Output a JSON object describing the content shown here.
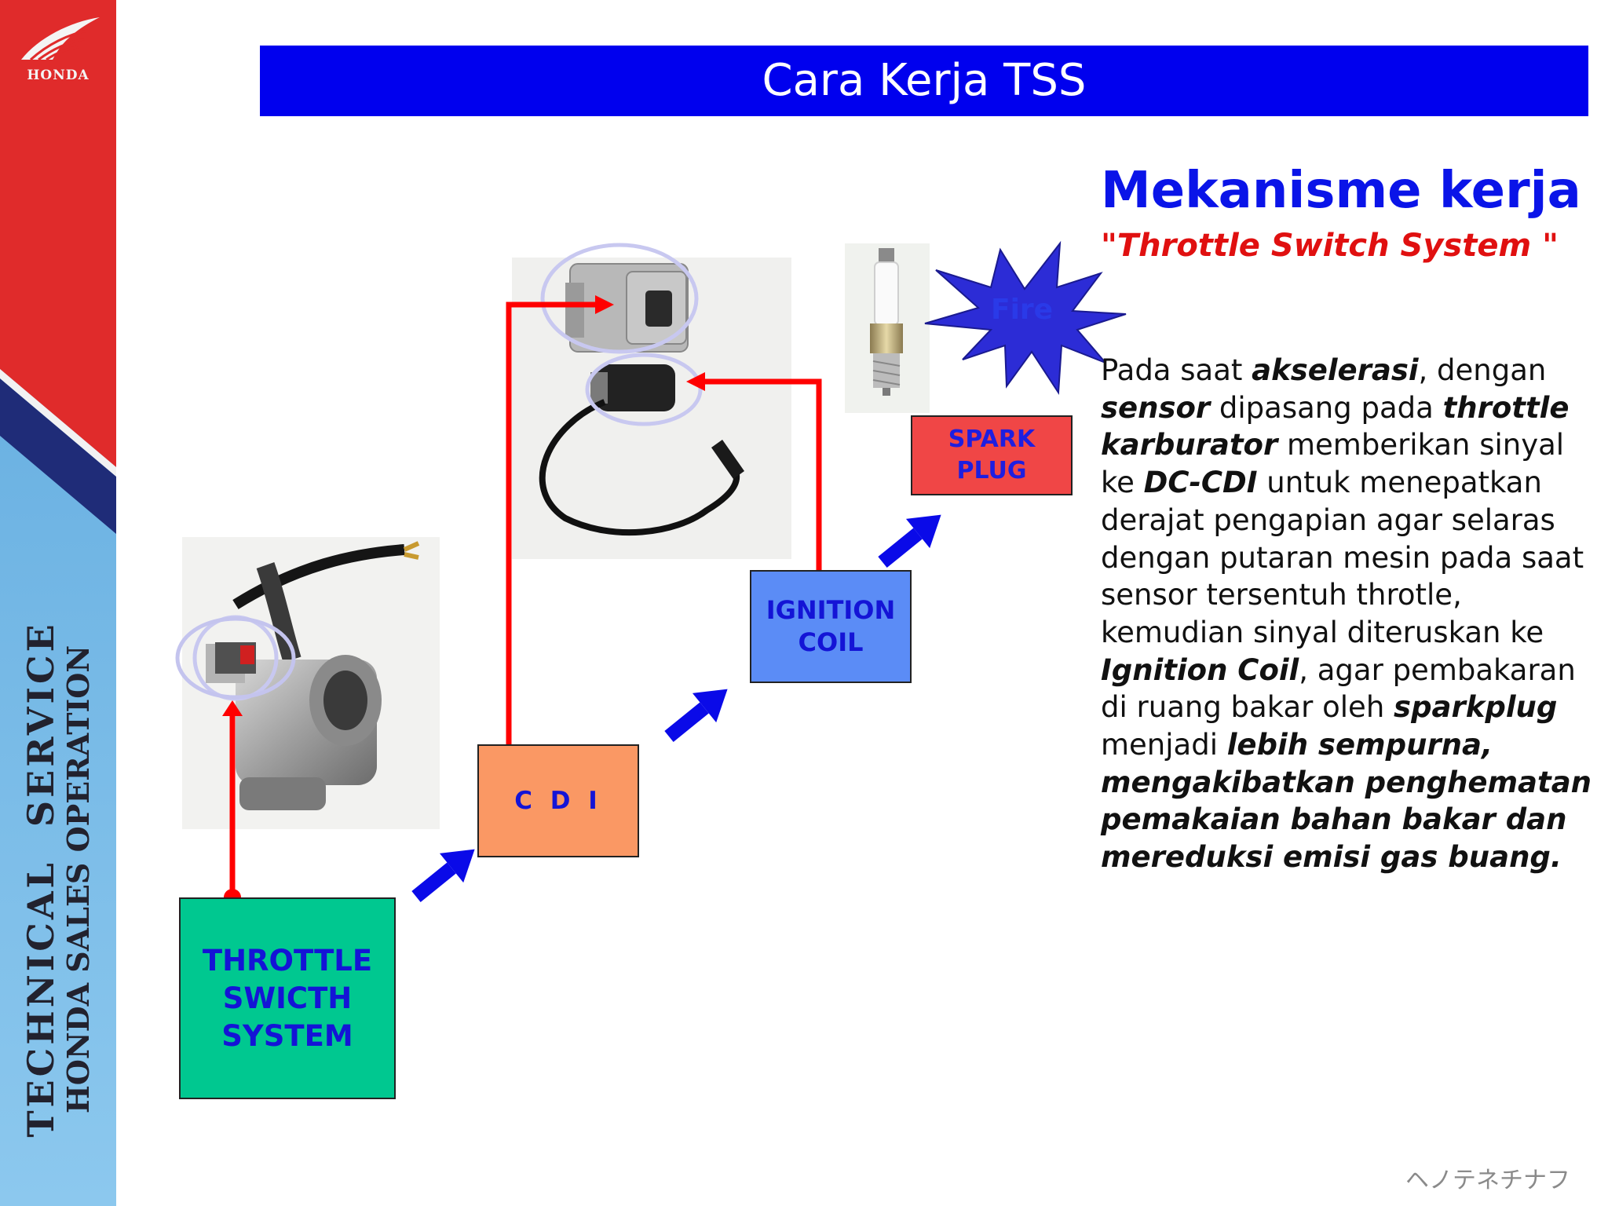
{
  "sidebar": {
    "brand_word": "HONDA",
    "vertical_line1": "TECHNICAL SERVICE",
    "vertical_line2": "HONDA SALES OPERATION"
  },
  "title": "Cara Kerja TSS",
  "heading": "Mekanisme kerja",
  "subheading": "\"Throttle Switch System \"",
  "body": {
    "t1": "Pada saat ",
    "b1": "akselerasi",
    "t2": ", dengan ",
    "b2": "sensor",
    "t3": "  dipasang pada ",
    "b3": "throttle karburator",
    "t4": " memberikan sinyal ke  ",
    "b4": "DC-CDI",
    "t5": " untuk menepatkan derajat pengapian agar selaras dengan putaran mesin pada saat sensor tersentuh throtle, kemudian sinyal diteruskan ke ",
    "b5": "Ignition Coil",
    "t6": ",  agar pembakaran di ruang bakar oleh ",
    "b6": "sparkplug",
    "t7": "  menjadi ",
    "b7": "lebih sempurna, mengakibatkan penghematan pemakaian bahan bakar dan mereduksi emisi gas buang."
  },
  "boxes": {
    "tss": "THROTTLE\nSWICTH\nSYSTEM",
    "cdi": "C D I",
    "ignition": "IGNITION\nCOIL",
    "spark": "SPARK\nPLUG"
  },
  "fire": "Fire",
  "footer_note": "ヘノテネチナフ",
  "colors": {
    "title_bar": "#0000ee",
    "heading": "#0a14e8",
    "subheading": "#e01010",
    "tss_box": "#00c890",
    "cdi_box": "#fa9864",
    "ignition_box": "#5b8cf6",
    "spark_box": "#f04646",
    "signal_line": "#ff0000",
    "flow_arrow": "#0a0ae8",
    "fire_burst": "#2c2cd6"
  }
}
